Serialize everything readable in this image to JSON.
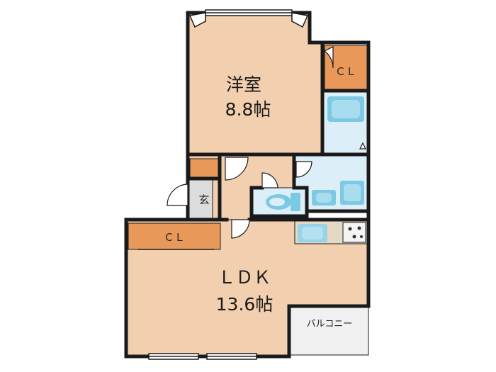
{
  "rooms": {
    "western_room": {
      "name": "洋室",
      "size": "8.8帖"
    },
    "ldk": {
      "name": "ＬＤＫ",
      "size": "13.6帖"
    },
    "closet_bedroom": {
      "label": "ＣＬ"
    },
    "closet_ldk": {
      "label": "ＣＬ"
    },
    "entrance": {
      "label": "玄"
    },
    "balcony": {
      "label": "バルコニー"
    }
  },
  "colors": {
    "room_floor": "#f2cfae",
    "closet": "#e8995a",
    "wet_area": "#dceef8",
    "fixture": "#7cc9e3",
    "entrance": "#dcdcdc",
    "balcony": "#f0f0f0",
    "wall": "#1a1a1a"
  }
}
